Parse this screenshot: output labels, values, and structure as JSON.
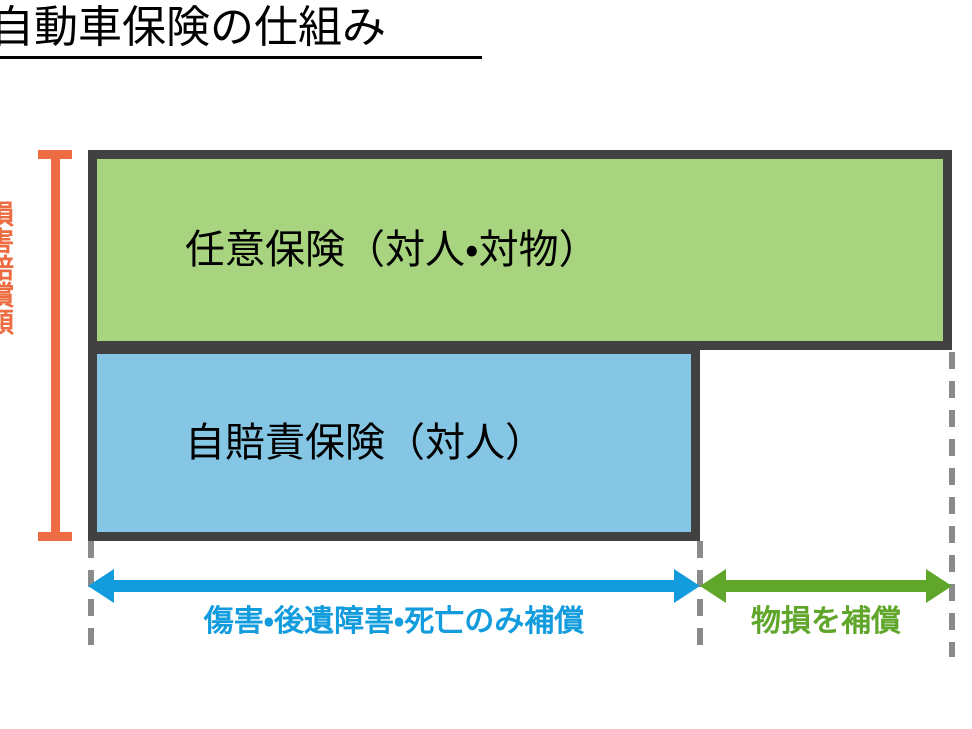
{
  "title": "自動車保険の仕組み",
  "axis": {
    "label": "損害賠償額",
    "bracket_color": "#ED6C41"
  },
  "layers": [
    {
      "key": "voluntary",
      "label": "任意保険（対人・対物）",
      "fill": "#A8D47F",
      "border": "#414141"
    },
    {
      "key": "compulsory",
      "label": "自賠責保険（対人）",
      "fill": "#85C6E4",
      "border": "#414141"
    }
  ],
  "coverage": [
    {
      "key": "bodily",
      "caption": "傷害・後遺障害・死亡のみ補償",
      "color": "#139CDD"
    },
    {
      "key": "property",
      "caption": "物損を補償",
      "color": "#5FA62B"
    }
  ],
  "guides": {
    "color": "#8A8A8A"
  }
}
